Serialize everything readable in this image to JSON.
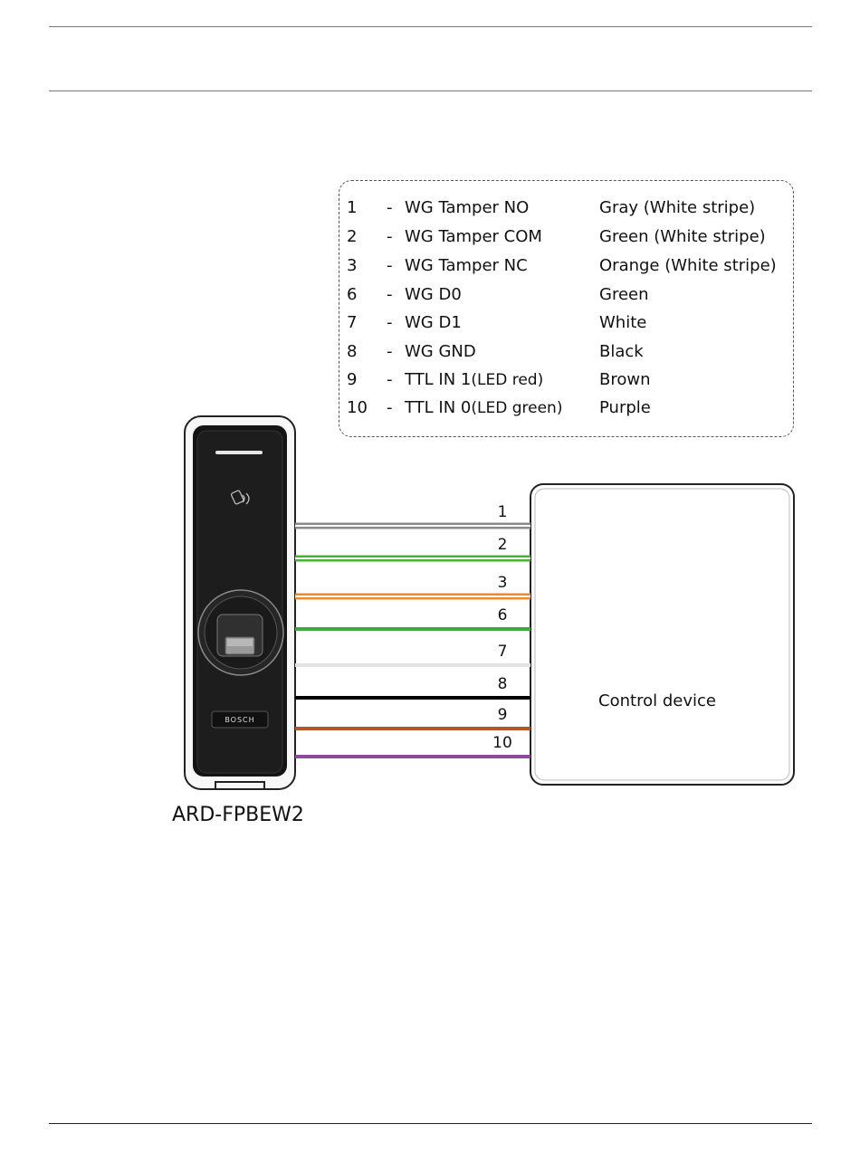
{
  "legend": {
    "rows": [
      {
        "num": "1",
        "signal": "WG Tamper NO",
        "signal_note": "",
        "color": "Gray (White stripe)"
      },
      {
        "num": "2",
        "signal": "WG Tamper COM",
        "signal_note": "",
        "color": "Green (White stripe)"
      },
      {
        "num": "3",
        "signal": "WG Tamper NC",
        "signal_note": "",
        "color": "Orange (White stripe)"
      },
      {
        "num": "6",
        "signal": "WG D0",
        "signal_note": "",
        "color": "Green"
      },
      {
        "num": "7",
        "signal": "WG D1",
        "signal_note": "",
        "color": "White"
      },
      {
        "num": "8",
        "signal": "WG GND",
        "signal_note": "",
        "color": "Black"
      },
      {
        "num": "9",
        "signal": "TTL IN 1",
        "signal_note": "(LED red)",
        "color": "Brown"
      },
      {
        "num": "10",
        "signal": "TTL IN 0",
        "signal_note": "(LED green)",
        "color": "Purple"
      }
    ]
  },
  "wires": [
    {
      "label": "1",
      "stroke": "#8a8a8a",
      "stripe": true
    },
    {
      "label": "2",
      "stroke": "#4caf3a",
      "stripe": true
    },
    {
      "label": "3",
      "stroke": "#ee8a2a",
      "stripe": true
    },
    {
      "label": "6",
      "stroke": "#3aaa3a",
      "stripe": false
    },
    {
      "label": "7",
      "stroke": "#e4e4e4",
      "stripe": false
    },
    {
      "label": "8",
      "stroke": "#000000",
      "stripe": false
    },
    {
      "label": "9",
      "stroke": "#b5562a",
      "stripe": false
    },
    {
      "label": "10",
      "stroke": "#8e4a9a",
      "stripe": false
    }
  ],
  "control_device": {
    "label": "Control device"
  },
  "reader": {
    "model": "ARD-FPBEW2",
    "brand": "BOSCH"
  }
}
